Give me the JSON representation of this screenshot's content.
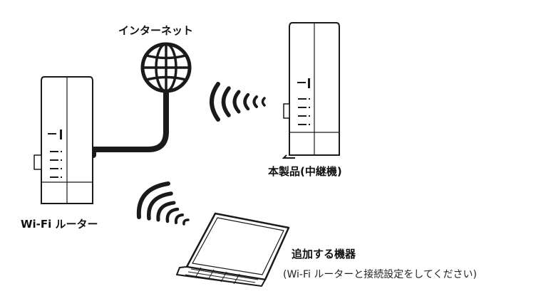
{
  "labels": {
    "internet": "インターネット",
    "router": "Wi-Fi ルーター",
    "extender": "本製品(中継機)",
    "device": "追加する機器",
    "device_note": "(Wi-Fi ルーターと接続設定をしてください)"
  },
  "colors": {
    "line": "#1a1a1a",
    "background": "#ffffff"
  },
  "icons": {
    "globe": "globe-icon",
    "router": "router-device",
    "extender": "extender-device",
    "laptop": "laptop-icon",
    "wifi_waves": "wifi-wave-icon"
  }
}
